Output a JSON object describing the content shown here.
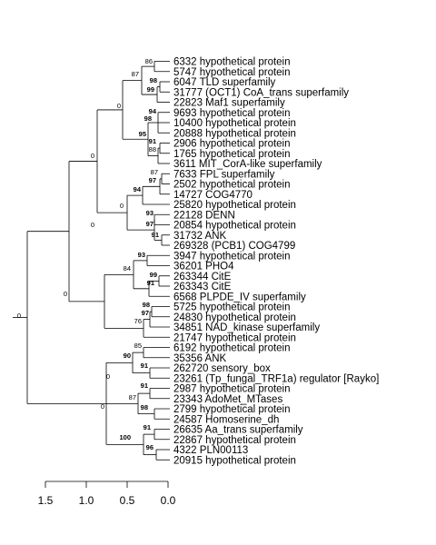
{
  "leaves": [
    "6332 hypothetical protein",
    "5747 hypothetical protein",
    "6047 TLD superfamily",
    "31777 (OCT1) CoA_trans superfamily",
    "22823 Maf1 superfamily",
    "9693 hypothetical protein",
    "10400 hypothetical protein",
    "20888 hypothetical protein",
    "2906 hypothetical protein",
    "1765 hypothetical protein",
    "3611 MIT_CorA-like superfamily",
    "7633 FPL superfamily",
    "2502 hypothetical protein",
    "14727 COG4770",
    "25820 hypothetical protein",
    "22128 DENN",
    "20854 hypothetical protein",
    "31732 ANK",
    "269328 (PCB1) COG4799",
    "3947 hypothetical protein",
    "36201 PHO4",
    "263344 CitE",
    "263343 CitE",
    "6568 PLPDE_IV superfamily",
    "5725 hypothetical protein",
    "24830 hypothetical protein",
    "34851 NAD_kinase superfamily",
    "21747 hypothetical protein",
    "6192 hypothetical protein",
    "35356 ANK",
    "262720 sensory_box",
    "23261 (Tp_fungal_TRF1a) regulator [Rayko]",
    "2987 hypothetical protein",
    "23343 AdoMet_MTases",
    "2799 hypothetical protein",
    "24587 Homoserine_dh",
    "26635 Aa_trans superfamily",
    "22867 hypothetical protein",
    "4322 PLN00113",
    "20915 hypothetical protein"
  ],
  "support_values": [
    {
      "text": "86",
      "bold": false
    },
    {
      "text": "87",
      "bold": false
    },
    {
      "text": "98",
      "bold": true
    },
    {
      "text": "99",
      "bold": true
    },
    {
      "text": "94",
      "bold": true
    },
    {
      "text": "98",
      "bold": true
    },
    {
      "text": "95",
      "bold": true
    },
    {
      "text": "91",
      "bold": true
    },
    {
      "text": "88",
      "bold": false
    },
    {
      "text": "0",
      "bold": false
    },
    {
      "text": "0",
      "bold": false
    },
    {
      "text": "87",
      "bold": false
    },
    {
      "text": "97",
      "bold": true
    },
    {
      "text": "94",
      "bold": true
    },
    {
      "text": "0",
      "bold": false
    },
    {
      "text": "93",
      "bold": true
    },
    {
      "text": "97",
      "bold": true
    },
    {
      "text": "91",
      "bold": true
    },
    {
      "text": "0",
      "bold": false
    },
    {
      "text": "93",
      "bold": true
    },
    {
      "text": "99",
      "bold": true
    },
    {
      "text": "91",
      "bold": true
    },
    {
      "text": "84",
      "bold": false
    },
    {
      "text": "98",
      "bold": true
    },
    {
      "text": "97",
      "bold": true
    },
    {
      "text": "76",
      "bold": false
    },
    {
      "text": "0",
      "bold": false
    },
    {
      "text": "85",
      "bold": false
    },
    {
      "text": "90",
      "bold": true
    },
    {
      "text": "91",
      "bold": true
    },
    {
      "text": "91",
      "bold": true
    },
    {
      "text": "87",
      "bold": false
    },
    {
      "text": "98",
      "bold": true
    },
    {
      "text": "0",
      "bold": false
    },
    {
      "text": "91",
      "bold": true
    },
    {
      "text": "100",
      "bold": true
    },
    {
      "text": "96",
      "bold": true
    },
    {
      "text": "0",
      "bold": false
    },
    {
      "text": "0",
      "bold": false
    }
  ],
  "scale_axis": {
    "ticks": [
      "1.5",
      "1.0",
      "0.5",
      "0.0"
    ]
  }
}
